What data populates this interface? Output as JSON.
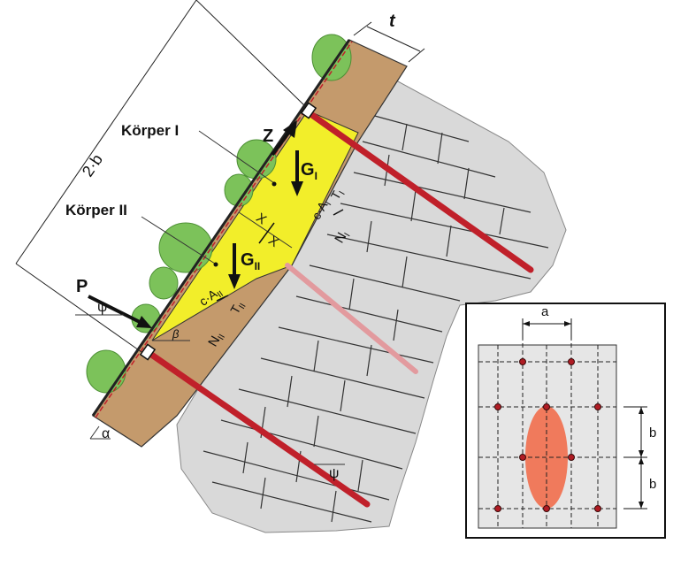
{
  "labels": {
    "two_b": "2·b",
    "t": "t",
    "body_1": "Körper I",
    "body_2": "Körper II",
    "z": "Z",
    "g1": "G",
    "g1_sub": "I",
    "g2": "G",
    "g2_sub": "II",
    "ca1": "c·A",
    "ca1_sub": "I",
    "ca2": "c·A",
    "ca2_sub": "II",
    "x1": "X",
    "x2": "X",
    "t1": "T",
    "t1_sub": "I",
    "n1": "N",
    "n1_sub": "I",
    "t2": "T",
    "t2_sub": "II",
    "n2": "N",
    "n2_sub": "II",
    "p": "P",
    "psi_top": "ψ",
    "beta": "β",
    "alpha": "α",
    "psi_bottom": "ψ"
  },
  "inset": {
    "a": "a",
    "b1": "b",
    "b2": "b"
  },
  "colors": {
    "soil": "#c49a6c",
    "rock": "#d8d8d8",
    "wedge": "#f2ee2a",
    "anchor": "#c0202a",
    "anchor_faded": "#e29a9e",
    "vegetation": "#7cc25a",
    "pressure_bulb": "#f07a5c"
  }
}
